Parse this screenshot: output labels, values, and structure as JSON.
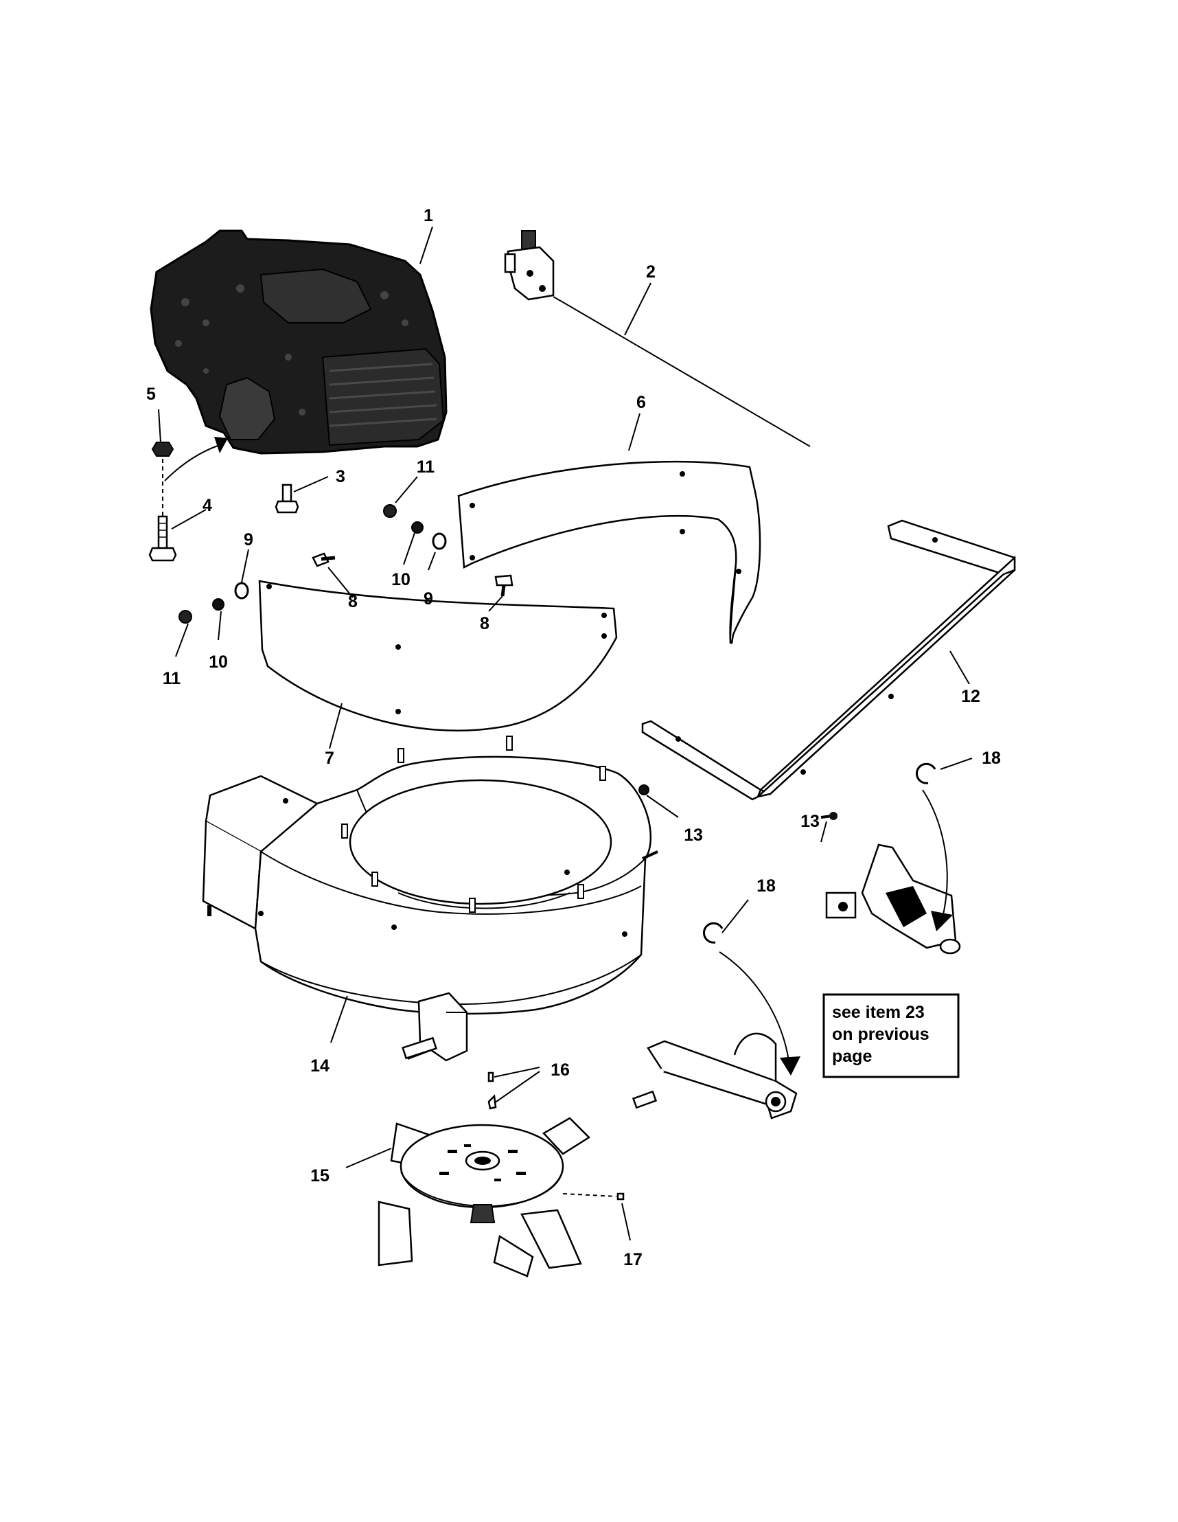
{
  "diagram": {
    "callouts": [
      {
        "id": "c1",
        "text": "1"
      },
      {
        "id": "c2",
        "text": "2"
      },
      {
        "id": "c3",
        "text": "3"
      },
      {
        "id": "c4",
        "text": "4"
      },
      {
        "id": "c5",
        "text": "5"
      },
      {
        "id": "c6",
        "text": "6"
      },
      {
        "id": "c7",
        "text": "7"
      },
      {
        "id": "c8a",
        "text": "8"
      },
      {
        "id": "c8b",
        "text": "8"
      },
      {
        "id": "c9a",
        "text": "9"
      },
      {
        "id": "c9b",
        "text": "9"
      },
      {
        "id": "c10a",
        "text": "10"
      },
      {
        "id": "c10b",
        "text": "10"
      },
      {
        "id": "c11a",
        "text": "11"
      },
      {
        "id": "c11b",
        "text": "11"
      },
      {
        "id": "c12",
        "text": "12"
      },
      {
        "id": "c13a",
        "text": "13"
      },
      {
        "id": "c13b",
        "text": "13"
      },
      {
        "id": "c14",
        "text": "14"
      },
      {
        "id": "c15",
        "text": "15"
      },
      {
        "id": "c16",
        "text": "16"
      },
      {
        "id": "c17",
        "text": "17"
      },
      {
        "id": "c18a",
        "text": "18"
      },
      {
        "id": "c18b",
        "text": "18"
      }
    ],
    "note": {
      "line1": "see item 23",
      "line2": "on previous",
      "line3": "page"
    }
  }
}
